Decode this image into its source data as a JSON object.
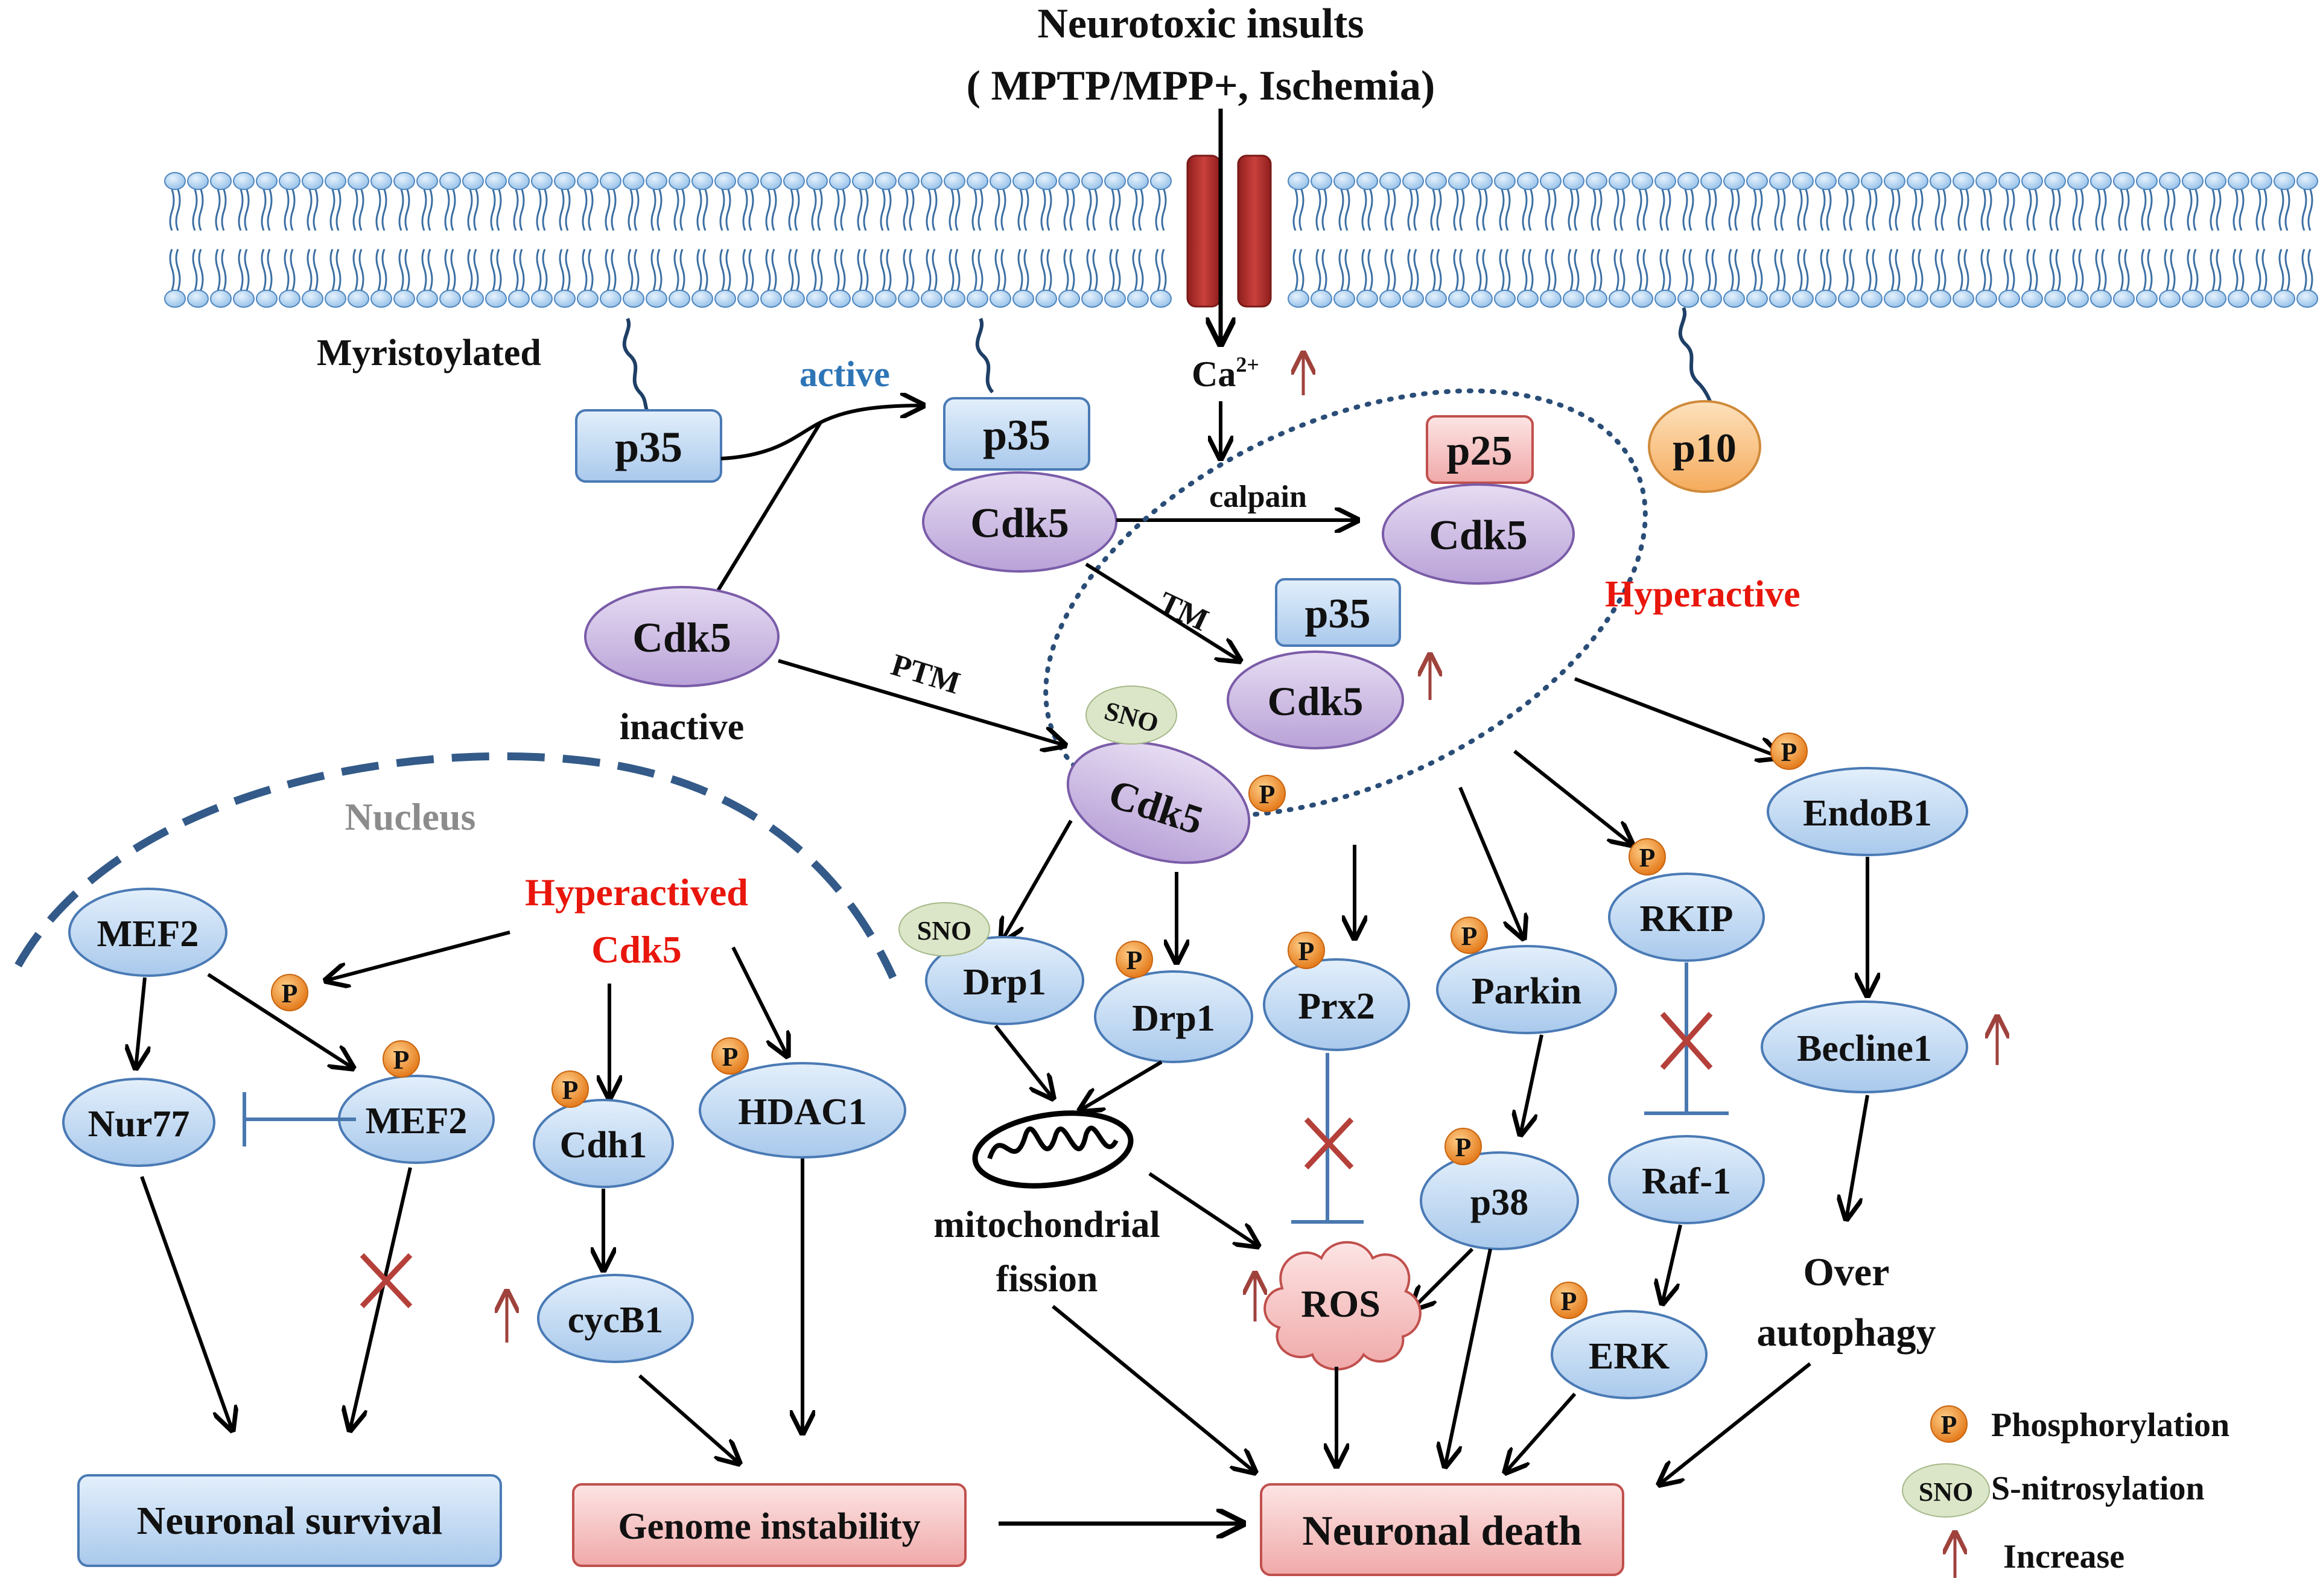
{
  "title": {
    "line1": "Neurotoxic insults",
    "line2": "( MPTP/MPP+, Ischemia)"
  },
  "labels": {
    "myristoylated": "Myristoylated",
    "active": "active",
    "inactive": "inactive",
    "calcium": "Ca",
    "calcium_sup": "2+",
    "calpain": "calpain",
    "tm": "TM",
    "ptm": "PTM",
    "hyperactive": "Hyperactive",
    "nucleus": "Nucleus",
    "hyperactived_line1": "Hyperactived",
    "hyperactived_line2": "Cdk5",
    "mito_line1": "mitochondrial",
    "mito_line2": "fission",
    "over_line1": "Over",
    "over_line2": "autophagy"
  },
  "nodes": {
    "p35_left": "p35",
    "p35_top": "p35",
    "p35_mid": "p35",
    "p25": "p25",
    "p10": "p10",
    "cdk5_top": "Cdk5",
    "cdk5_calpain": "Cdk5",
    "cdk5_tm": "Cdk5",
    "cdk5_inactive": "Cdk5",
    "cdk5_sno": "Cdk5",
    "endob1": "EndoB1",
    "becline1": "Becline1",
    "rkip": "RKIP",
    "raf1": "Raf-1",
    "erk": "ERK",
    "parkin": "Parkin",
    "p38": "p38",
    "prx2": "Prx2",
    "ros": "ROS",
    "drp1_sno": "Drp1",
    "drp1_p": "Drp1",
    "mef2_top": "MEF2",
    "mef2_p": "MEF2",
    "nur77": "Nur77",
    "cdh1": "Cdh1",
    "cycb1": "cycB1",
    "hdac1": "HDAC1"
  },
  "badges": {
    "phospho": "P",
    "sno": "SNO"
  },
  "outcomes": {
    "survival": "Neuronal survival",
    "genome": "Genome instability",
    "death": "Neuronal death"
  },
  "legend": {
    "phosphorylation": "Phosphorylation",
    "s_nitrosylation": "S-nitrosylation",
    "increase": "Increase"
  },
  "colors": {
    "blue_node": "#bcd6f2",
    "blue_border": "#4a7ab5",
    "purple_node": "#cbb8e2",
    "purple_border": "#7a5ca8",
    "pink_node": "#f6c4c4",
    "pink_border": "#c0504d",
    "orange_node": "#f9c88a",
    "sno_green": "#dbe6c8",
    "phospho_orange": "#e8831d",
    "channel_red": "#b3302e",
    "increase_arrow": "#a0423c",
    "membrane_blue": "#a9cdef",
    "hyperactive_red": "#e8160c",
    "active_blue": "#2e75b6",
    "nucleus_gray": "#8c8c8c",
    "dash_blue": "#335a88"
  }
}
